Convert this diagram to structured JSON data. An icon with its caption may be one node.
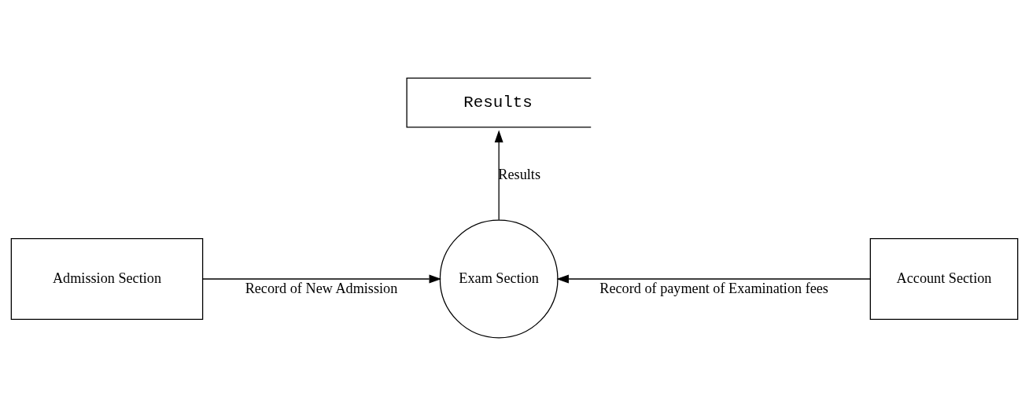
{
  "diagram": {
    "nodes": [
      {
        "text": [
          "Admission Section"
        ]
      },
      {
        "text": [
          "Exam Section"
        ]
      },
      {
        "text": [
          "Account Section"
        ]
      },
      {
        "text": [
          "Results"
        ]
      }
    ],
    "edges": [
      {
        "from": 0,
        "to": 1,
        "arrow": "to",
        "label": "Record of New Admission"
      },
      {
        "from": 2,
        "to": 1,
        "arrow": "to",
        "label": "Record of payment of Examination fees"
      },
      {
        "from": 1,
        "to": 3,
        "arrow": "to",
        "label": "Results"
      }
    ]
  }
}
